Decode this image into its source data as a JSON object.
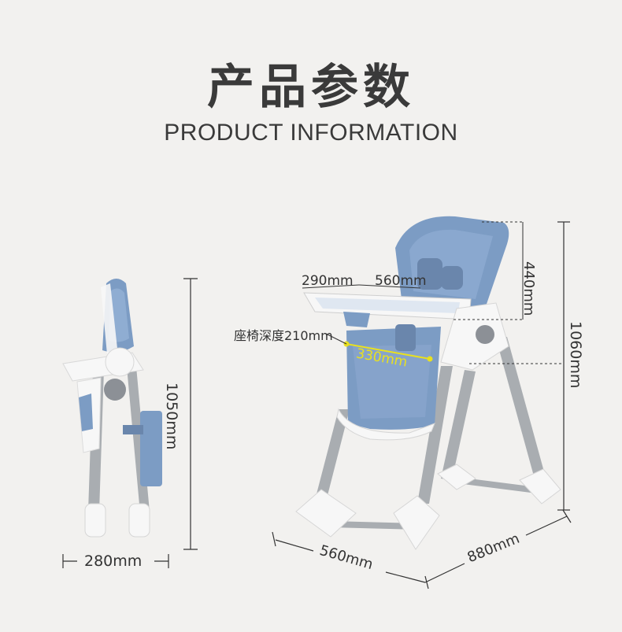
{
  "header": {
    "title_cn": "产品参数",
    "title_en": "PRODUCT  INFORMATION"
  },
  "folded_view": {
    "height_label": "1050mm",
    "width_label": "280mm"
  },
  "open_view": {
    "tray_width_label": "290mm",
    "tray_length_label": "560mm",
    "backrest_label": "440mm",
    "seat_depth_label": "座椅深度210mm",
    "seat_width_label": "330mm",
    "height_label": "1060mm",
    "width_label": "560mm",
    "depth_label": "880mm"
  },
  "colors": {
    "background": "#f2f1ef",
    "seat_blue": "#7c9cc4",
    "frame_grey": "#a9adb1",
    "white_plastic": "#f7f7f7",
    "highlight_yellow": "#e8e020"
  }
}
